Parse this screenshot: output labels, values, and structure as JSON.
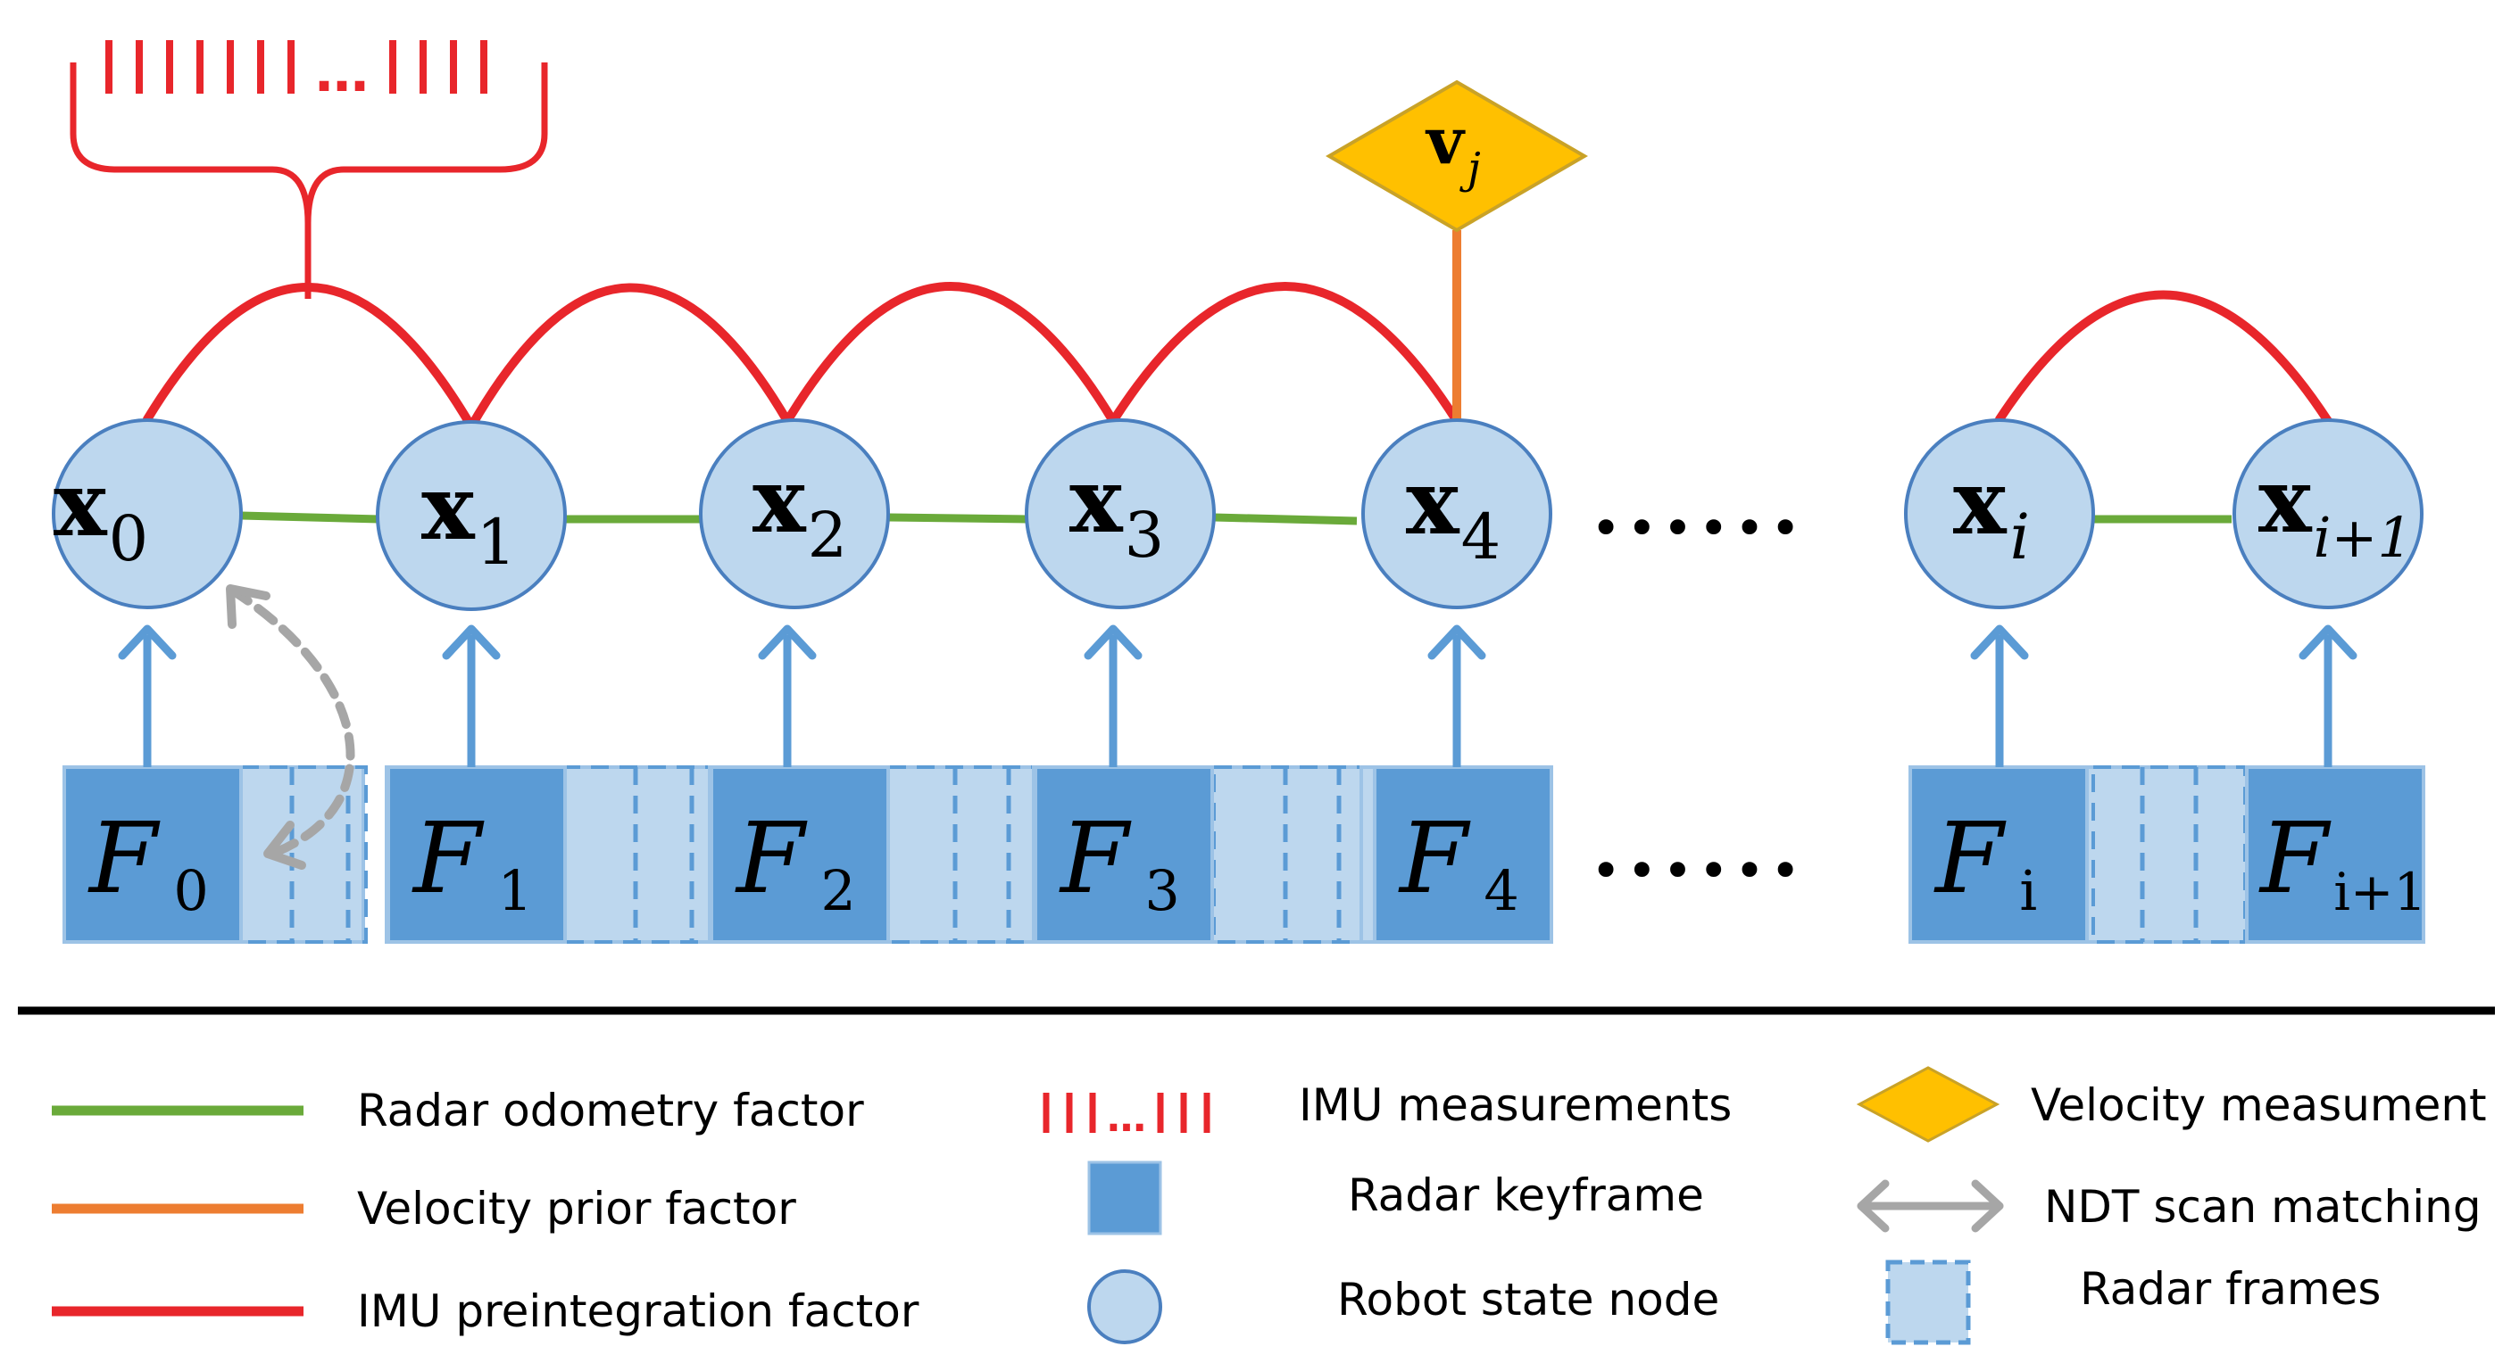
{
  "colors": {
    "radar_odometry": "#6aaa3a",
    "velocity_prior": "#ed7d31",
    "imu": "#e8262b",
    "keyframe_fill": "#5b9bd5",
    "keyframe_stroke": "#9dc3e6",
    "frame_fill": "#bdd7ee",
    "node_fill": "#bdd7ee",
    "node_stroke": "#4a7fbf",
    "arrow": "#5b9bd5",
    "velocity_fill": "#ffc000",
    "velocity_stroke": "#c9a227",
    "ndt": "#a6a6a6"
  },
  "nodes": [
    {
      "base": "x",
      "sub": "0"
    },
    {
      "base": "x",
      "sub": "1"
    },
    {
      "base": "x",
      "sub": "2"
    },
    {
      "base": "x",
      "sub": "3"
    },
    {
      "base": "x",
      "sub": "4"
    },
    {
      "base": "x",
      "sub": "i"
    },
    {
      "base": "x",
      "sub": "i+1"
    }
  ],
  "keyframes": [
    {
      "base": "F",
      "sub": "0"
    },
    {
      "base": "F",
      "sub": "1"
    },
    {
      "base": "F",
      "sub": "2"
    },
    {
      "base": "F",
      "sub": "3"
    },
    {
      "base": "F",
      "sub": "4"
    },
    {
      "base": "F",
      "sub": "i"
    },
    {
      "base": "F",
      "sub": "i+1"
    }
  ],
  "velocity": {
    "base": "v",
    "sub": "j"
  },
  "ellipsis": "••••••",
  "imu_glyph_dots": "…",
  "legend": {
    "radar_odometry": "Radar odometry factor",
    "velocity_prior": "Velocity prior factor",
    "imu_preintegration": "IMU preintegration factor",
    "imu_measurements": "IMU measurements",
    "imu_symbol_dots": "…",
    "radar_keyframe": "Radar keyframe",
    "robot_state_node": "Robot state node",
    "velocity_measurement": "Velocity measument",
    "ndt_scan_matching": "NDT scan matching",
    "radar_frames": "Radar frames"
  }
}
